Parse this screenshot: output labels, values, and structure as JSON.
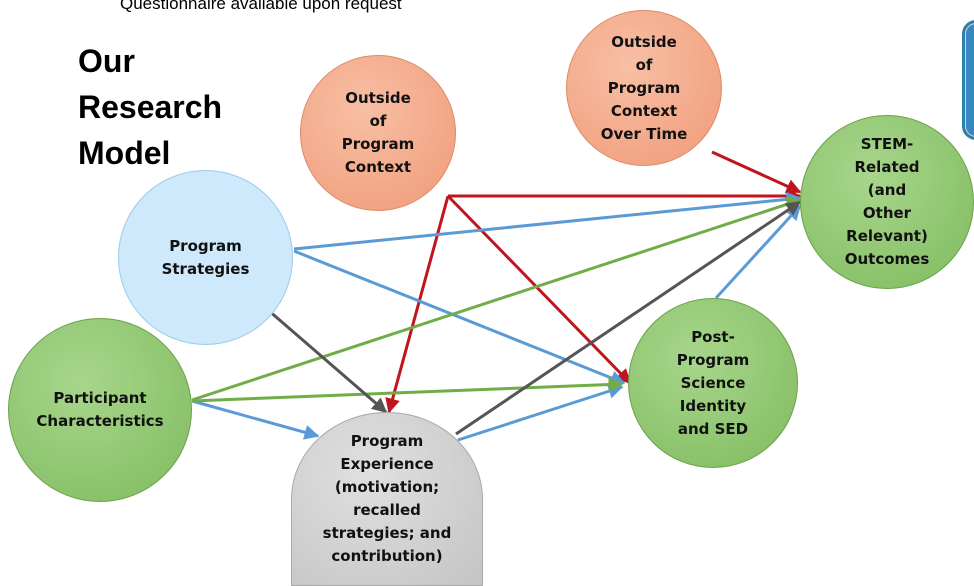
{
  "note": "Questionnaire available upon request",
  "title_lines": [
    "Our",
    "Research",
    "Model"
  ],
  "nodes": {
    "outside_context": "Outside\nof\nProgram\nContext",
    "outside_context_time": "Outside\nof\nProgram\nContext\nOver Time",
    "stem_outcomes": "STEM-\nRelated\n(and\nOther\nRelevant)\nOutcomes",
    "program_strategies": "Program\nStrategies",
    "participant_characteristics": "Participant\nCharacteristics",
    "program_experience": "Program\nExperience\n(motivation;\nrecalled\nstrategies; and\ncontribution)",
    "post_program_identity": "Post-\nProgram\nScience\nIdentity\nand SED"
  },
  "colors": {
    "arrow_red": "#c0151c",
    "arrow_blue": "#5b9bd5",
    "arrow_green": "#70ad47",
    "arrow_gray": "#555555"
  }
}
